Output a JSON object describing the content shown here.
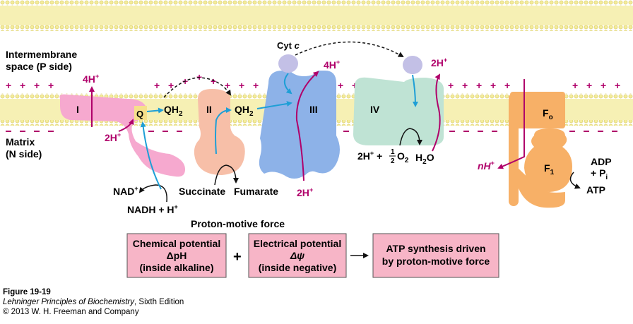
{
  "regions": {
    "intermembrane_line1": "Intermembrane",
    "intermembrane_line2": "space (P side)",
    "matrix_line1": "Matrix",
    "matrix_line2": "(N side)"
  },
  "complexes": {
    "I": "I",
    "II": "II",
    "III": "III",
    "IV": "IV",
    "Fo_base": "F",
    "Fo_sub": "o",
    "F1_base": "F",
    "F1_sub": "1"
  },
  "labels": {
    "cyt_c": "Cyt",
    "cyt_c_italic": "c",
    "Q": "Q",
    "QH2_base": "QH",
    "QH2_sub": "2",
    "four_H_1": "4H",
    "four_H_2": "4H",
    "two_H_I": "2H",
    "two_H_III": "2H",
    "two_H_IV": "2H",
    "plus_sup": "+",
    "nad": "NAD",
    "nadh": "NADH + H",
    "succinate": "Succinate",
    "fumarate": "Fumarate",
    "water_reaction_left": "2H",
    "water_reaction_mid": "+",
    "half_num": "1",
    "half_den": "2",
    "o2_base": "O",
    "o2_sub": "2",
    "h2o_h": "H",
    "h2o_sub": "2",
    "h2o_o": "O",
    "nH": "nH",
    "adp": "ADP",
    "pi": "+ P",
    "pi_sub": "i",
    "atp": "ATP"
  },
  "pmf": {
    "title": "Proton-motive force",
    "chemical_line1": "Chemical potential",
    "chemical_line2": "ΔpH",
    "chemical_line3": "(inside alkaline)",
    "plus": "+",
    "electrical_line1": "Electrical potential",
    "electrical_line2": "Δψ",
    "electrical_line3": "(inside negative)",
    "result_line1": "ATP synthesis driven",
    "result_line2": "by proton-motive force"
  },
  "caption": {
    "figure": "Figure 19-19",
    "book": "Lehninger Principles of Biochemistry",
    "edition": ", Sixth Edition",
    "copyright": "© 2013 W. H. Freeman and Company"
  },
  "colors": {
    "membrane": "#f6f0b4",
    "complex_I": "#f6a9cf",
    "complex_II": "#f7bfa8",
    "complex_III": "#8db2e8",
    "complex_IV": "#bfe3d4",
    "cyt_c": "#c3c0e6",
    "atp_synthase": "#f7b067",
    "proton_arrow": "#b0006a",
    "electron_arrow": "#1e9fd6",
    "pmf_box": "#f7b5c7"
  }
}
